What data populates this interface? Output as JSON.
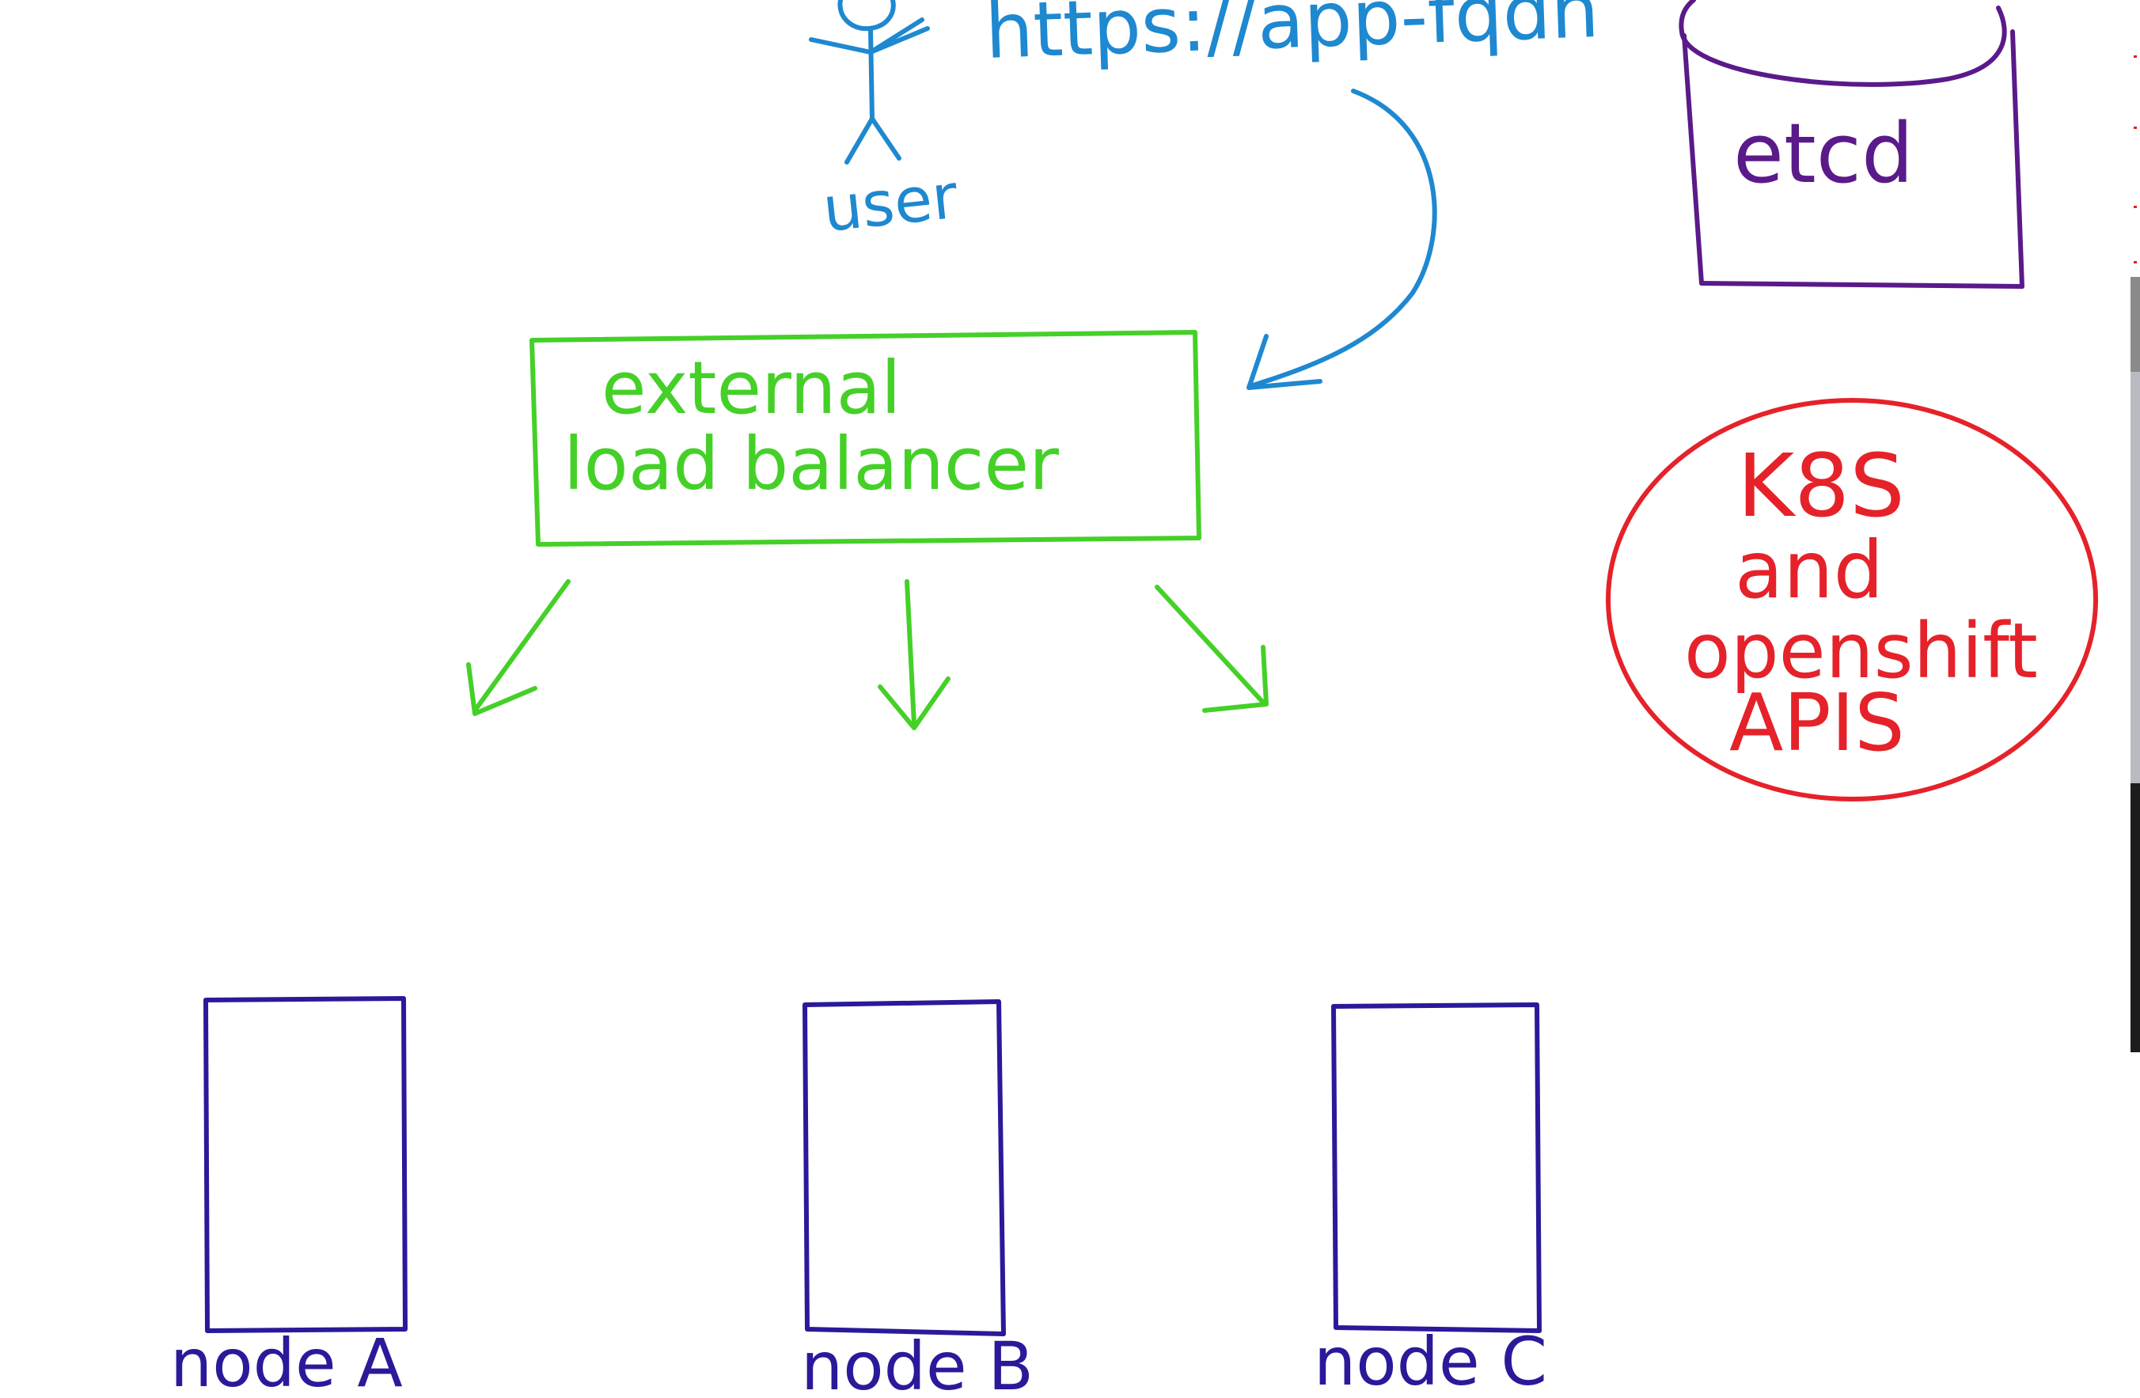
{
  "diagram": {
    "user_label": "user",
    "url_label": "https://app-fqdn",
    "load_balancer_label_line1": "external",
    "load_balancer_label_line2": "load balancer",
    "etcd_label": "etcd",
    "api_label_line1": "K8S",
    "api_label_line2": "and",
    "api_label_line3": "openshift",
    "api_label_line4": "APIS",
    "nodes": [
      {
        "label": "node A"
      },
      {
        "label": "node B"
      },
      {
        "label": "node C"
      }
    ]
  },
  "colors": {
    "user": "#1e88d0",
    "load_balancer": "#45d028",
    "etcd": "#5a1a8a",
    "api": "#e5222a",
    "nodes": "#2a1a9a"
  }
}
